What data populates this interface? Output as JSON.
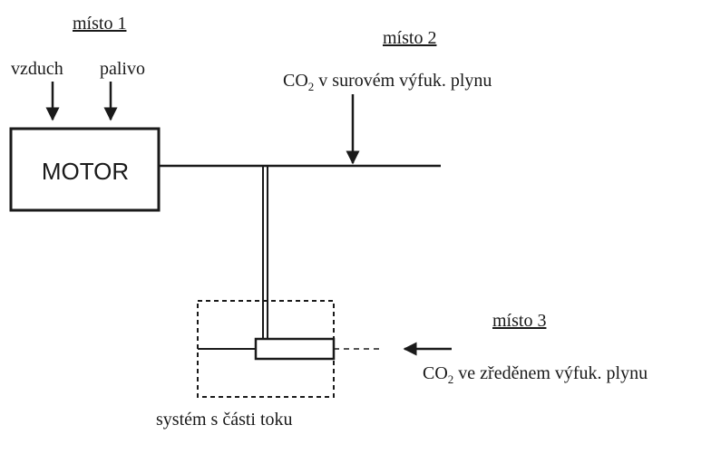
{
  "locations": {
    "loc1": "místo 1",
    "loc2": "místo 2",
    "loc3": "místo 3"
  },
  "inputs": {
    "air": "vzduch",
    "fuel": "palivo"
  },
  "engine": {
    "label": "MOTOR"
  },
  "raw_exhaust": {
    "prefix": "CO",
    "subscript": "2",
    "suffix": " v surovém výfuk. plynu"
  },
  "diluted_exhaust": {
    "prefix": "CO",
    "subscript": "2",
    "suffix": " ve zředěnem výfuk. plynu"
  },
  "partial_flow": {
    "label": "systém s části toku"
  }
}
